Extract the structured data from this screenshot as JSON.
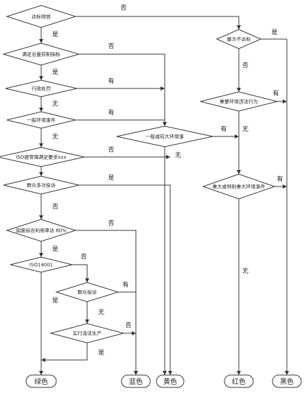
{
  "nodes": {
    "d1": "达标排放",
    "d2": "满足总量控制指标",
    "d3": "行政处罚",
    "d4": "一般环境事件",
    "d5": "ISO建管理满足要求xxx",
    "d6": "群众多次投诉",
    "d7": "固废综合利用率达 80%",
    "d8": "ISO14001",
    "d9": "群众投诉",
    "d10": "实行清洁生产",
    "m1": "一般或较大环境事",
    "r1": "屡次不达标",
    "r2": "重要环境违法行为",
    "r3": "重大或特别重大环境事件"
  },
  "edge_labels": {
    "yes": "是",
    "no": "否",
    "has": "有",
    "none": "无"
  },
  "results": {
    "green": "绿色",
    "blue": "蓝色",
    "yellow": "黄色",
    "red": "红色",
    "black": "黑色"
  }
}
